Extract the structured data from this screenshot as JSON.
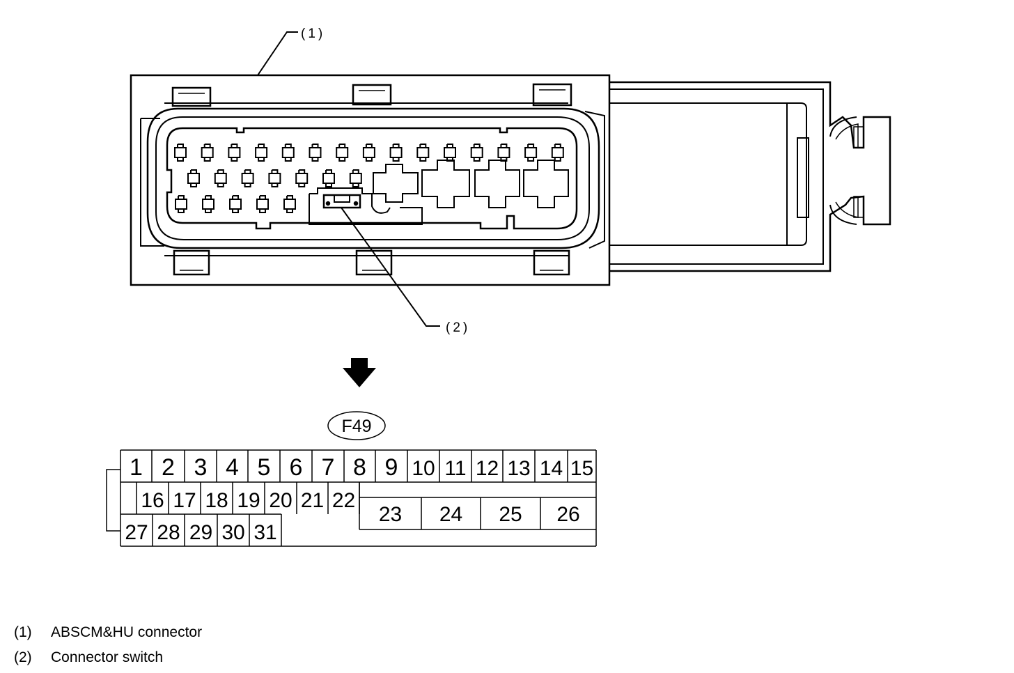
{
  "callouts": {
    "c1": "(1)",
    "c2": "(2)"
  },
  "connector_label": "F49",
  "pins": {
    "row1": [
      "1",
      "2",
      "3",
      "4",
      "5",
      "6",
      "7",
      "8",
      "9",
      "10",
      "11",
      "12",
      "13",
      "14",
      "15"
    ],
    "row2": [
      "16",
      "17",
      "18",
      "19",
      "20",
      "21",
      "22"
    ],
    "large": [
      "23",
      "24",
      "25",
      "26"
    ],
    "row3": [
      "27",
      "28",
      "29",
      "30",
      "31"
    ]
  },
  "legend": [
    {
      "num": "(1)",
      "text": "ABSCM&HU connector"
    },
    {
      "num": "(2)",
      "text": "Connector switch"
    }
  ]
}
